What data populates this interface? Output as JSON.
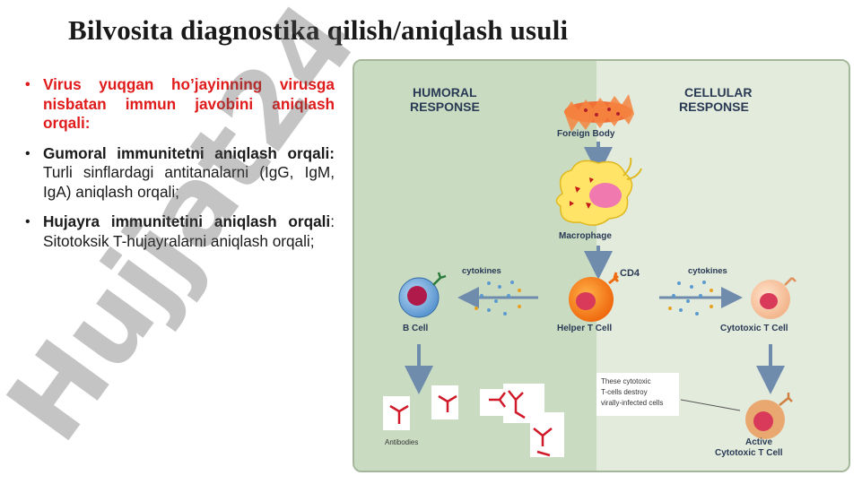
{
  "slide": {
    "title": "Bilvosita diagnostika qilish/aniqlash usuli"
  },
  "bullets": [
    {
      "text": "Virus yuqgan ho’jayinning virusga nisbatan immun javobini aniqlash orqali:"
    },
    {
      "bold": "Gumoral immunitetni aniqlash orqali:",
      "text": " Turli sinflardagi antitanalarni (IgG, IgM, IgA) aniqlash orqali;"
    },
    {
      "bold": "Hujayra immunitetini aniqlash orqali",
      "text": ": Sitotoksik T-hujayralarni aniqlash orqali;"
    }
  ],
  "figure": {
    "humoral_line1": "HUMORAL",
    "humoral_line2": "RESPONSE",
    "cellular_line1": "CELLULAR",
    "cellular_line2": "RESPONSE",
    "foreign_body": "Foreign Body",
    "macrophage": "Macrophage",
    "cytokines_left": "cytokines",
    "cytokines_right": "cytokines",
    "cd4": "CD4",
    "b_cell": "B Cell",
    "helper_t_cell": "Helper T Cell",
    "cytotoxic_t_cell": "Cytotoxic T Cell",
    "note_line1": "These cytotoxic",
    "note_line2": "T-cells destroy",
    "note_line3": "virally-infected cells",
    "antibodies": "Antibodies",
    "active_line1": "Active",
    "active_line2": "Cytotoxic T Cell"
  },
  "watermark": {
    "text": "Hujjat24",
    "color": "#555555"
  }
}
